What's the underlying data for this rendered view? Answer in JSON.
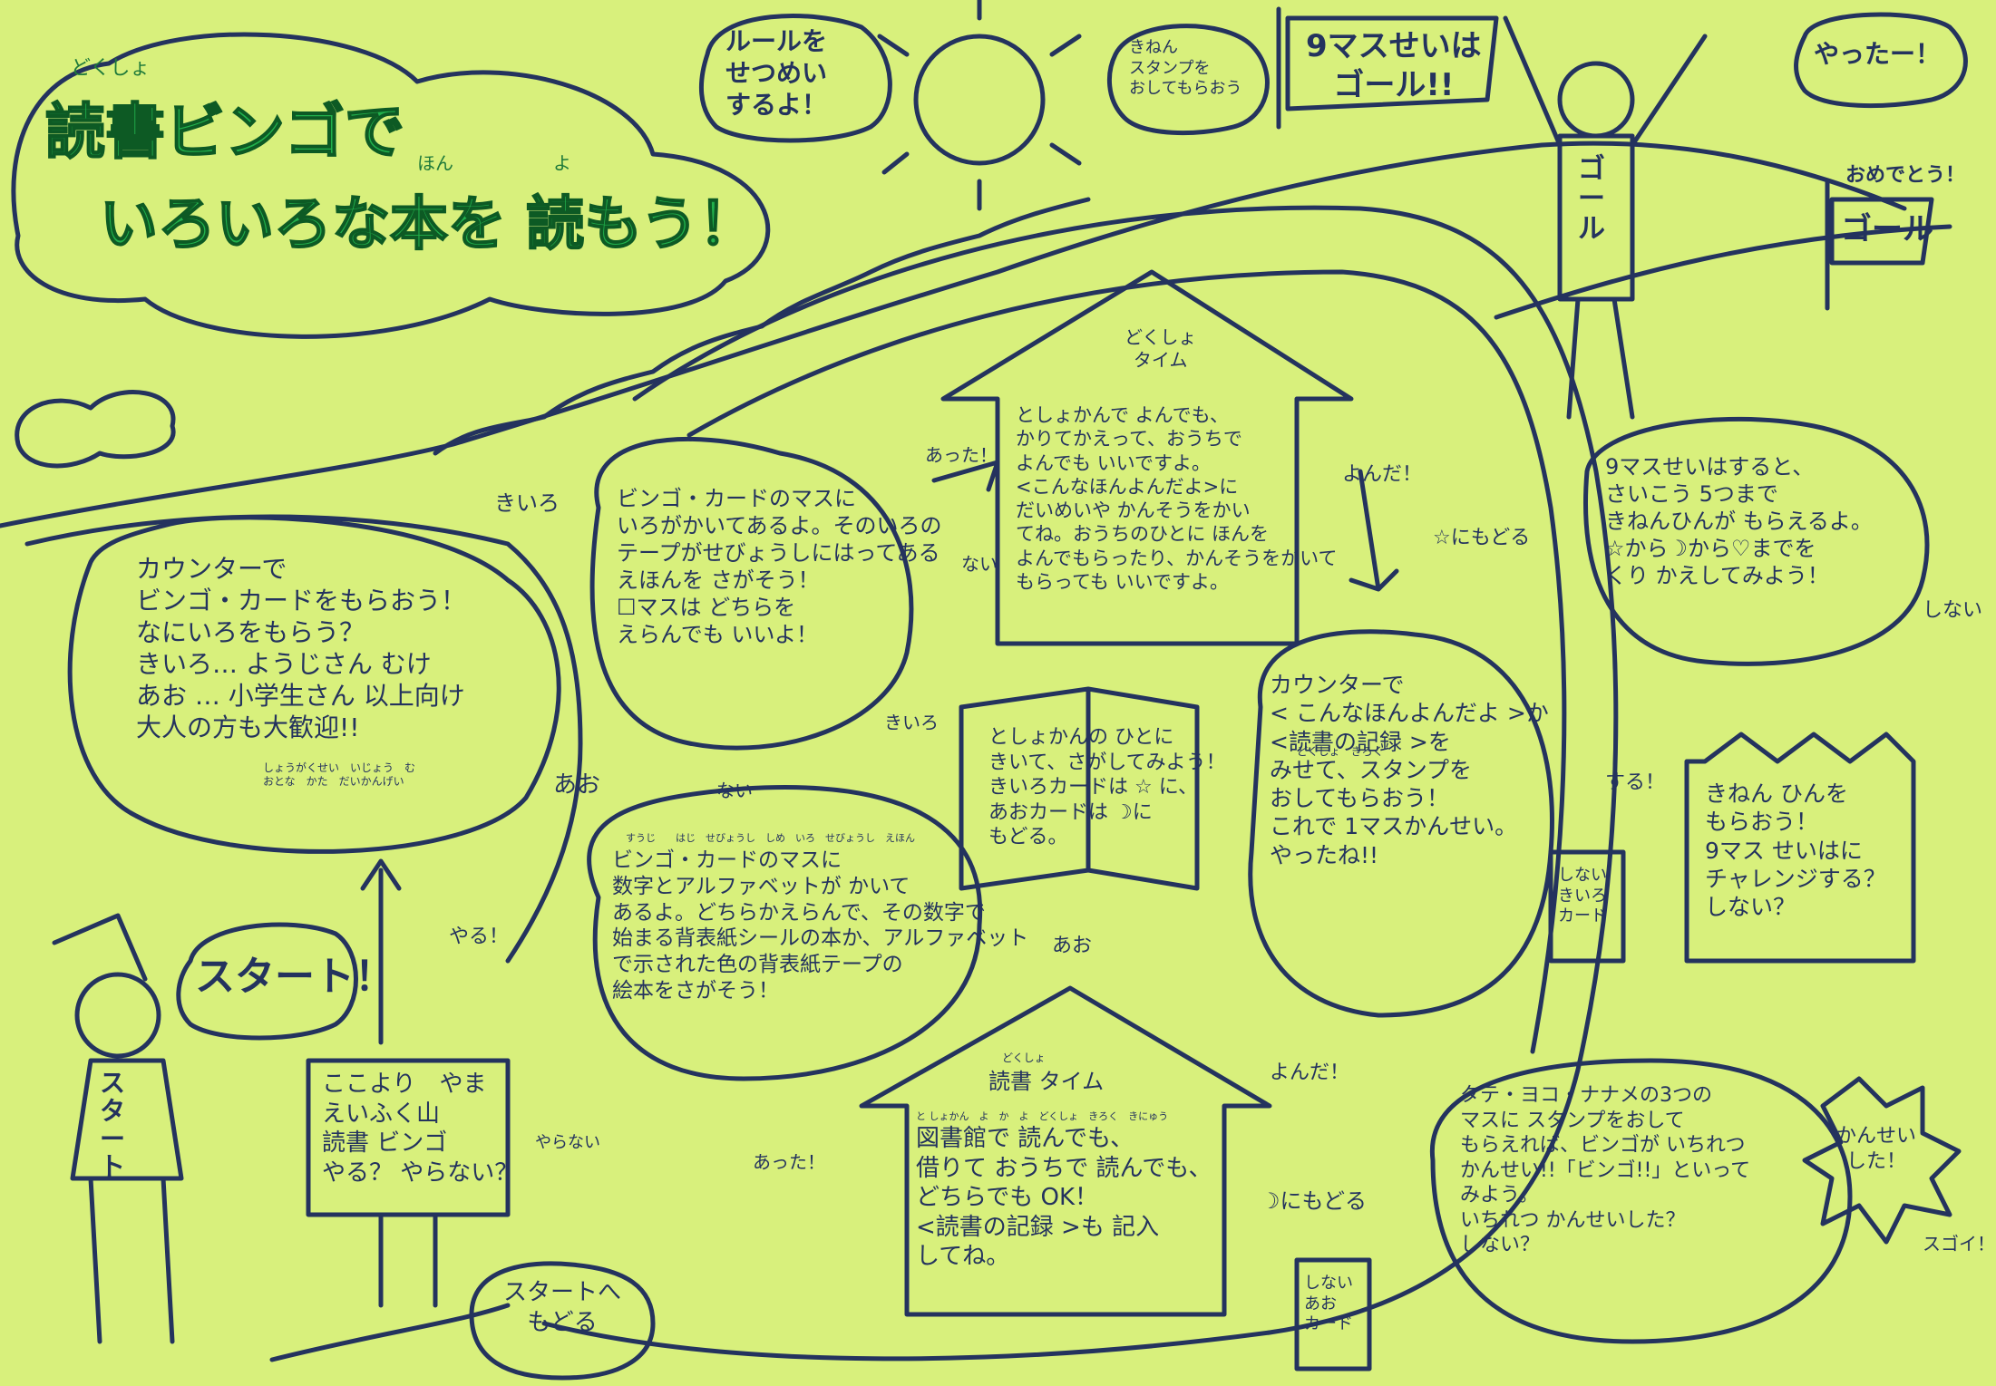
{
  "colors": {
    "background": "#d8f07c",
    "ink": "#24335e",
    "title_green": "#22b14c"
  },
  "title": {
    "ruby_dokusho": "どくしょ",
    "line1": "読書ビンゴで",
    "ruby_hon": "ほん",
    "ruby_yo": "よ",
    "line2": "いろいろな本を 読もう！"
  },
  "speech": {
    "sun_rules": "ルールを\nせつめい\nするよ！",
    "stamp_note": "きねん\nスタンプを\nおしてもらおう",
    "yattaa": "やったー！",
    "start": "スタート！",
    "omedetou": "おめでとう！"
  },
  "flags": {
    "goal_banner": "9マスせいは\nゴール!!",
    "goal_flag": "ゴール"
  },
  "characters": {
    "start_shirt": "スタート",
    "goal_shirt": "ゴール"
  },
  "boxes": {
    "counter_card": "カウンターで\nビンゴ・カードをもらおう！\nなにいろをもらう？\nきいろ… ようじさん むけ\nあお … 小学生さん 以上向け\n大人の方も大歓迎!!",
    "counter_card_ruby": "しょうがくせい　いじょう　む\nおとな　かた　だいかんげい",
    "bingo_color": "ビンゴ・カードのマスに\nいろがかいてあるよ。そのいろの\nテープがせびょうしにはってある\nえほんを さがそう！\n☐マスは どちらを\nえらんでも いいよ！",
    "bingo_number": "ビンゴ・カードのマスに\n数字とアルファベットが かいて\nあるよ。どちらかえらんで、その数字で\n始まる背表紙シールの本か、アルファベット\nで示された色の背表紙テープの\n絵本をさがそう！",
    "bingo_number_ruby": "すうじ　　はじ　せびょうし　しめ　いろ　せびょうし　えほん",
    "house_top_label": "どくしょ\nタイム",
    "house_top": "としょかんで よんでも、\nかりてかえって、おうちで\nよんでも いいですよ。\n<こんなほんよんだよ>に\nだいめいや かんそうをかい\nてね。おうちのひとに ほんを\nよんでもらったり、かんそうをかいて\nもらっても いいですよ。",
    "book": "としょかんの ひとに\nきいて、さがしてみよう！\nきいろカードは ☆ に、\nあおカードは ☽に\nもどる。",
    "counter_stamp": "カウンターで\n< こんなほんよんだよ >か\n<読書の記録 >を\nみせて、スタンプを\nおしてもらおう！\nこれで 1マスかんせい。\nやったね!!",
    "counter_stamp_ruby": "どくしょ　きろく",
    "house_bottom_label_ruby": "どくしょ",
    "house_bottom_label": "読書 タイム",
    "house_bottom": "図書館で 読んでも、\n借りて おうちで 読んでも、\nどちらでも OK！\n<読書の記録 >も 記入\nしてね。",
    "house_bottom_ruby": "と しょかん　よ　か　よ　どくしょ　きろく　きにゅう",
    "nine_info": "9マスせいはすると、\nさいこう 5つまで\nきねんひんが もらえるよ。\n☆から☽から♡までを\nくり かえしてみよう！",
    "crown": "きねん ひんを\nもらおう！\n9マス せいはに\nチャレンジする？\nしない？",
    "bingo_complete": "タテ・ヨコ・ナナメの3つの\nマスに スタンプをおして\nもらえれば、ビンゴが いちれつ\nかんせい!!「ビンゴ!!」といって\nみよう。\nいちれつ かんせいした？\nしない？",
    "sign": "ここより　やま\nえいふく山\n読書 ビンゴ\nやる？ やらない？",
    "return_start": "スタートへ\nもどる",
    "kansei_burst": "かんせい\nした！"
  },
  "path_labels": {
    "kiiro_top": "きいろ",
    "ao_left": "あお",
    "atta_top": "あった！",
    "nai_top": "ない",
    "kiiro_mid": "きいろ",
    "nai_mid": "ない",
    "ao_mid": "あお",
    "atta_bottom": "あった！",
    "yonda_top": "よんだ！",
    "star_return": "☆にもどる",
    "yonda_bottom": "よんだ！",
    "moon_return": "☽にもどる",
    "suru": "する！",
    "shinai_right": "しない",
    "sugoi": "スゴイ！",
    "yaru": "やる！",
    "yaranai": "やらない",
    "card_shinai_kiiro": "しない\nきいろ\nカード",
    "card_shinai_ao": "しない\nあお\nカード"
  }
}
